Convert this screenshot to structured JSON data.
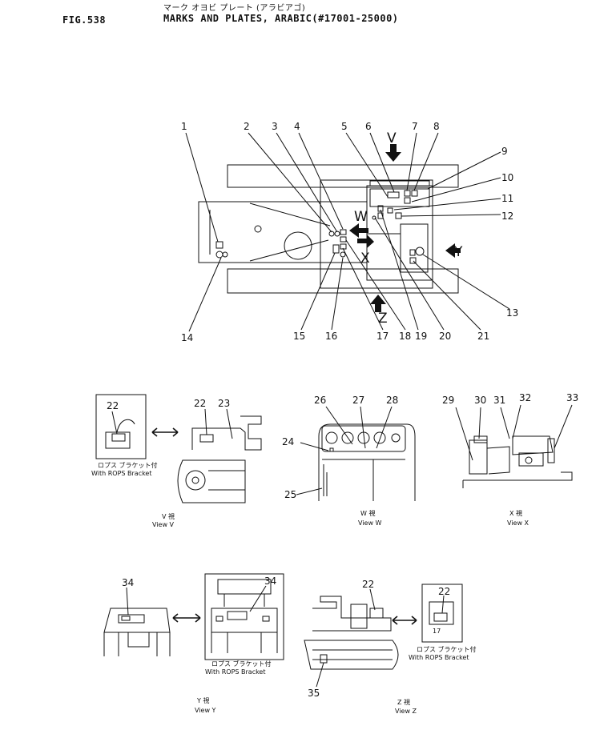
{
  "header": {
    "fig_no": "FIG.538",
    "title_jp": "マーク オヨビ プレート (アラビアゴ)",
    "title": "MARKS AND PLATES, ARABIC(#17001-25000)"
  },
  "main_view": {
    "callouts_top": [
      "1",
      "2",
      "3",
      "4",
      "5",
      "6",
      "7",
      "8"
    ],
    "callouts_right": [
      "9",
      "10",
      "11",
      "12",
      "13"
    ],
    "callouts_bottom": [
      "14",
      "15",
      "16",
      "17",
      "18",
      "19",
      "20",
      "21"
    ],
    "arrows": [
      "V",
      "W",
      "X",
      "Y",
      "Z"
    ]
  },
  "views": {
    "v": {
      "callouts": [
        "22",
        "22",
        "23"
      ],
      "bracket_jp": "ロプス ブラケット付",
      "bracket_en": "With ROPS Bracket",
      "label_jp": "V 視",
      "label_en": "View V"
    },
    "w": {
      "callouts": [
        "24",
        "25",
        "26",
        "27",
        "28"
      ],
      "label_jp": "W 視",
      "label_en": "View W"
    },
    "x": {
      "callouts": [
        "29",
        "30",
        "31",
        "32",
        "33"
      ],
      "label_jp": "X 視",
      "label_en": "View X"
    },
    "y": {
      "callouts": [
        "34",
        "34"
      ],
      "bracket_jp": "ロプス ブラケット付",
      "bracket_en": "With ROPS Bracket",
      "label_jp": "Y 視",
      "label_en": "View Y"
    },
    "z": {
      "callouts": [
        "22",
        "22",
        "35",
        "17"
      ],
      "bracket_jp": "ロプス ブラケット付",
      "bracket_en": "With ROPS Bracket",
      "label_jp": "Z 視",
      "label_en": "View Z"
    }
  }
}
